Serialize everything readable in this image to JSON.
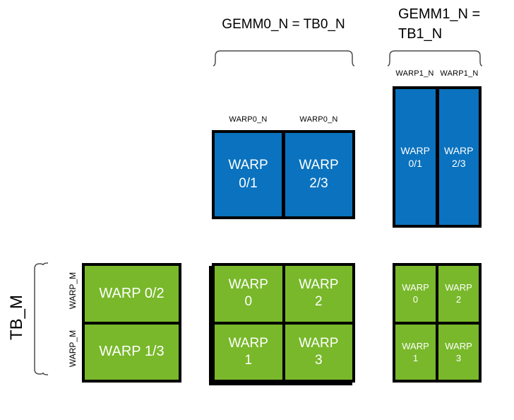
{
  "colors": {
    "blue": "#0A72BE",
    "green": "#78B82A",
    "black": "#000000",
    "gray": "#4D4D4D",
    "white": "#FFFFFF"
  },
  "labels": {
    "gemm0": "GEMM0_N = TB0_N",
    "gemm1_line1": "GEMM1_N =",
    "gemm1_line2": "TB1_N",
    "tb_m": "TB_M",
    "warp_m": [
      "WARP_M",
      "WARP_M"
    ]
  },
  "blocks": {
    "gemm0_accum": {
      "col_labels": [
        "WARP0_N",
        "WARP0_N"
      ],
      "cells": [
        {
          "l1": "WARP",
          "l2": "0/1"
        },
        {
          "l1": "WARP",
          "l2": "2/3"
        }
      ]
    },
    "gemm1_accum": {
      "col_labels": [
        "WARP1_N",
        "WARP1_N"
      ],
      "cells": [
        {
          "l1": "WARP",
          "l2": "0/1"
        },
        {
          "l1": "WARP",
          "l2": "2/3"
        }
      ]
    },
    "tb_left": {
      "cells": [
        {
          "l1": "WARP 0/2"
        },
        {
          "l1": "WARP 1/3"
        }
      ]
    },
    "tb_mid": {
      "cells": [
        {
          "l1": "WARP",
          "l2": "0"
        },
        {
          "l1": "WARP",
          "l2": "2"
        },
        {
          "l1": "WARP",
          "l2": "1"
        },
        {
          "l1": "WARP",
          "l2": "3"
        }
      ]
    },
    "tb_right": {
      "cells": [
        {
          "l1": "WARP",
          "l2": "0"
        },
        {
          "l1": "WARP",
          "l2": "2"
        },
        {
          "l1": "WARP",
          "l2": "1"
        },
        {
          "l1": "WARP",
          "l2": "3"
        }
      ]
    }
  }
}
